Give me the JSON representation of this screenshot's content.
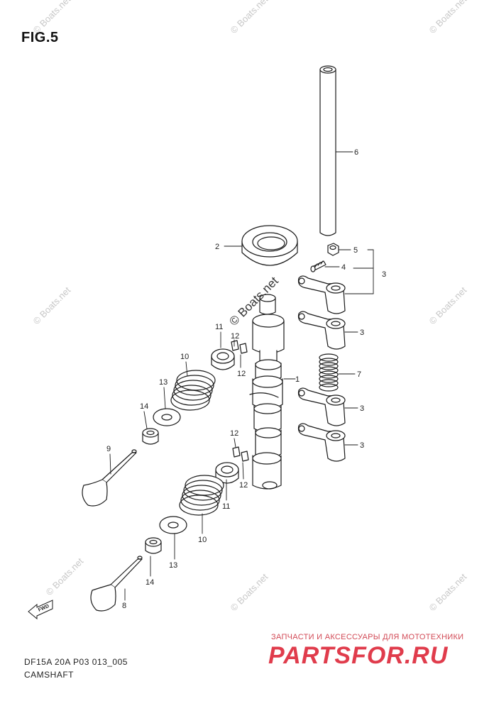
{
  "figure": {
    "title": "FIG.5",
    "diagram_code": "DF15A 20A P03 013_005",
    "diagram_name": "CAMSHAFT"
  },
  "callouts": [
    "1",
    "2",
    "3",
    "3",
    "3",
    "3",
    "4",
    "5",
    "6",
    "7",
    "8",
    "9",
    "10",
    "10",
    "11",
    "11",
    "12",
    "12",
    "12",
    "12",
    "13",
    "13",
    "14",
    "14"
  ],
  "watermark": "© Boats.net",
  "direction_marker": "FWD",
  "brand": {
    "tagline": "ЗАПЧАСТИ И АКСЕССУАРЫ ДЛЯ МОТОТЕХНИКИ",
    "logo": "PARTSFOR.RU"
  },
  "colors": {
    "line": "#1a1a1a",
    "brand_red": "#e03c4c",
    "watermark_gray": "#c8c8c8"
  }
}
